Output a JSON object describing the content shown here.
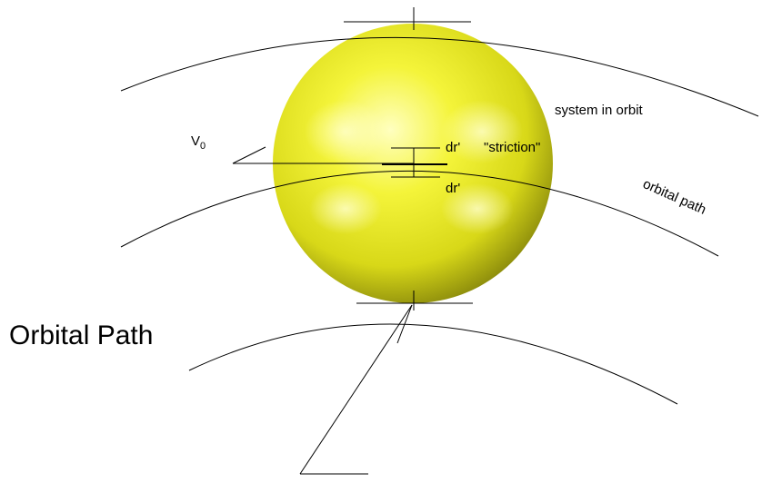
{
  "labels": {
    "system_in_orbit": "system in orbit",
    "v0_symbol": "V",
    "v0_subscript": "0",
    "dr_top": "dr'",
    "dr_bottom": "dr'",
    "striction": "\"striction\"",
    "orbital_path_rotated": "orbital path",
    "orbital_path_title": "Orbital Path"
  },
  "colors": {
    "sphere_highlight": "#ffffb0",
    "sphere_base": "#eeee22",
    "sphere_shadow": "#9a9a10",
    "line": "#000000",
    "background": "#ffffff"
  }
}
